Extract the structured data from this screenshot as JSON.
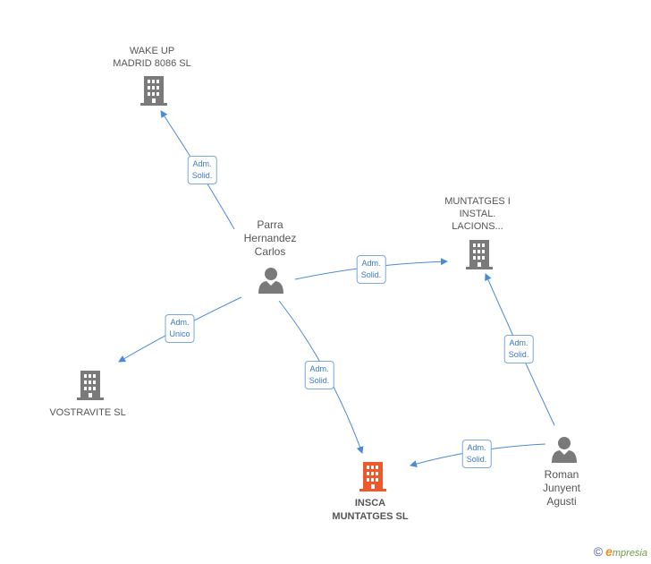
{
  "colors": {
    "edge": "#4a8ad8",
    "building": "#7a7a7a",
    "main_building": "#f0582a",
    "person": "#7a7a7a"
  },
  "nodes": {
    "wake_up": {
      "lines": [
        "WAKE UP",
        "MADRID 8086 SL"
      ],
      "icon": "building-icon"
    },
    "muntatges_instal": {
      "lines": [
        "MUNTATGES I",
        "INSTAL.",
        "LACIONS..."
      ],
      "icon": "building-icon"
    },
    "vostravite": {
      "lines": [
        "VOSTRAVITE SL"
      ],
      "icon": "building-icon"
    },
    "insca": {
      "lines": [
        "INSCA",
        "MUNTATGES SL"
      ],
      "icon": "building-icon"
    },
    "parra": {
      "lines": [
        "Parra",
        "Hernandez",
        "Carlos"
      ],
      "icon": "person-icon"
    },
    "roman": {
      "lines": [
        "Roman",
        "Junyent",
        "Agusti"
      ],
      "icon": "person-icon"
    }
  },
  "edges": {
    "parra_wake": [
      "Adm.",
      "Solid."
    ],
    "parra_muntatges": [
      "Adm.",
      "Solid."
    ],
    "parra_vostravite": [
      "Adm.",
      "Unico"
    ],
    "parra_insca": [
      "Adm.",
      "Solid."
    ],
    "roman_muntatges": [
      "Adm.",
      "Solid."
    ],
    "roman_insca": [
      "Adm.",
      "Solid."
    ]
  },
  "watermark": {
    "copyright": "©",
    "brand_initial": "e",
    "brand_rest": "mpresia"
  }
}
